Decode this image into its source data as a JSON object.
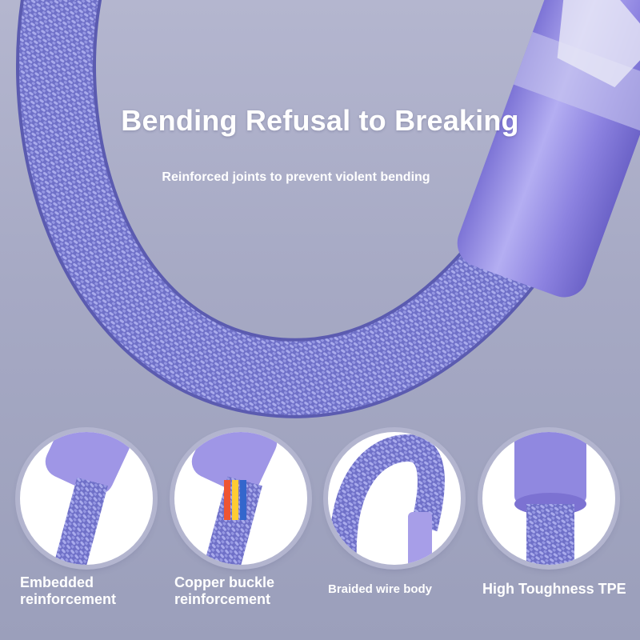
{
  "headline": "Bending Refusal to Breaking",
  "subheadline": "Reinforced joints to prevent violent bending",
  "features": [
    {
      "label_line1": "Embedded",
      "label_line2": "reinforcement"
    },
    {
      "label_line1": "Copper buckle",
      "label_line2": "reinforcement"
    },
    {
      "label_line1": "Braided wire body",
      "label_line2": ""
    },
    {
      "label_line1": "High Toughness TPE",
      "label_line2": ""
    }
  ],
  "colors": {
    "cable": "#7f7fd6",
    "connector": "#9a93e6",
    "background": "#a6a9c4"
  }
}
